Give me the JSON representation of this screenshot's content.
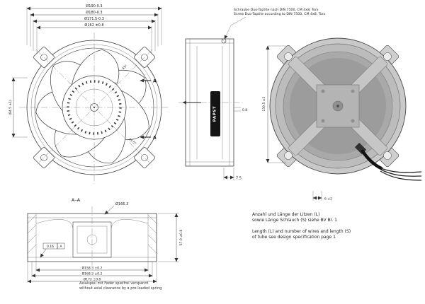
{
  "front_view": {
    "dim_d190": "Ø190-0.3",
    "dim_d180": "Ø180-0.3",
    "dim_d171": "Ø171.5-0.3",
    "dim_d162": "Ø162 ±0.8",
    "dim_left": "(84.5 ±1)",
    "angle_45": "45°",
    "angle_135": "13.5°",
    "section_a_top": "A",
    "section_a_bottom": "A"
  },
  "side_view": {
    "note_de": "Schraube Duo-Taptite nach DIN 7500, CM 4x8, Torx",
    "note_en": "Screw Duo-Taptite according to DIN 7500, CM 4x8, Torx",
    "brand": "PAPST",
    "dim_gap": "0.8",
    "dim_flange": "7.5"
  },
  "rear_view": {
    "dim_height": "139.5 ±2",
    "dim_wire": "6 ±2"
  },
  "section_view": {
    "title": "A–A",
    "dim_top": "Ø166.3",
    "dim_side": "57.9 ±0.8",
    "dim_b1": "Ø158.3 ±0.2",
    "dim_b2": "Ø168.3 ±0.2",
    "dim_b3": "Ø172 ±0.8",
    "tol_value": "0.16",
    "tol_datum": "A"
  },
  "notes": {
    "wires_de_1": "Anzahl und Länge der Litzen (L)",
    "wires_de_2": "sowie Länge Schlauch (S) siehe BV Bl. 1",
    "wires_en_1": "Length (L) and number of wires and length (S)",
    "wires_en_2": "of tube see design specification page 1",
    "axial_de": "Axialspiel mit Feder spielfrei verspannt",
    "axial_en": "without axial clearance by a pre-loaded spring"
  }
}
